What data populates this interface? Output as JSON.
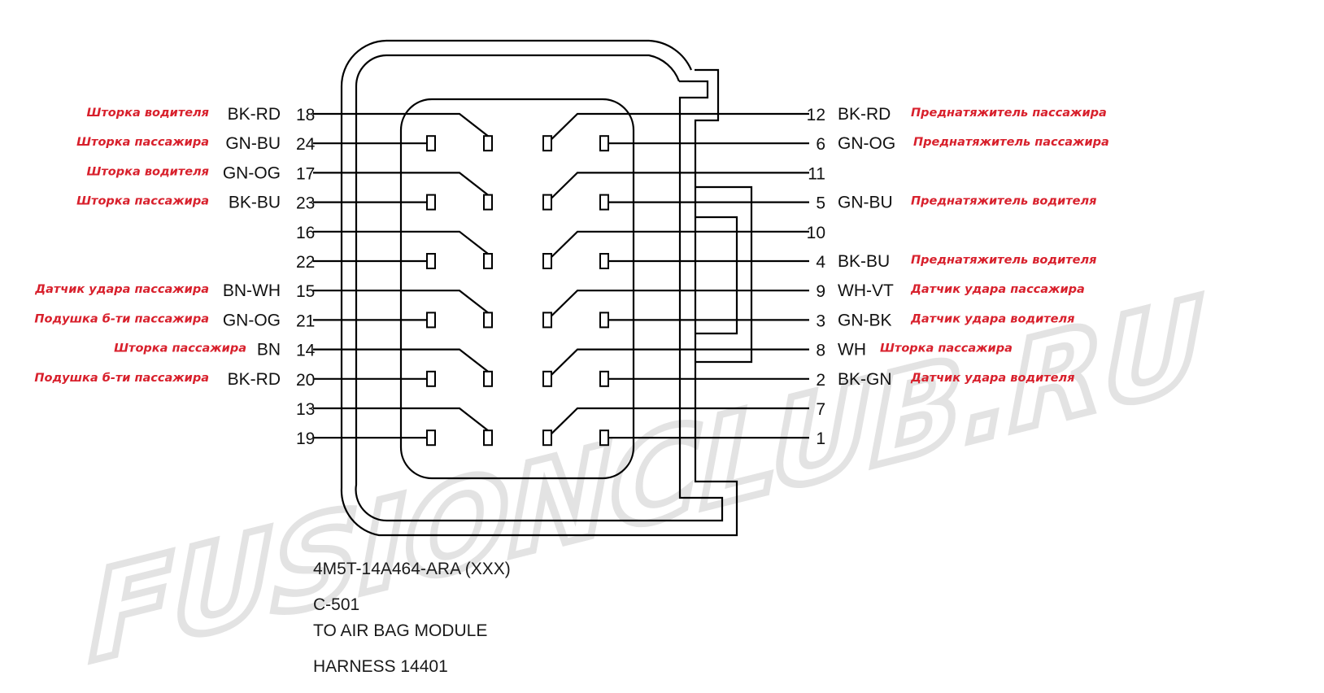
{
  "watermark": "FUSIONCLUB.RU",
  "colors": {
    "label_red": "#d8202c",
    "line": "#000000"
  },
  "connector": {
    "part_number": "4M5T-14A464-ARA (XXX)",
    "connector_id": "C-501",
    "destination": "TO AIR BAG MODULE",
    "harness": "HARNESS 14401"
  },
  "left_pins": [
    {
      "pin": "18",
      "wire": "BK-RD",
      "desc": "Шторка водителя"
    },
    {
      "pin": "24",
      "wire": "GN-BU",
      "desc": "Шторка пассажира"
    },
    {
      "pin": "17",
      "wire": "GN-OG",
      "desc": "Шторка водителя"
    },
    {
      "pin": "23",
      "wire": "BK-BU",
      "desc": "Шторка пассажира"
    },
    {
      "pin": "16",
      "wire": "",
      "desc": ""
    },
    {
      "pin": "22",
      "wire": "",
      "desc": ""
    },
    {
      "pin": "15",
      "wire": "BN-WH",
      "desc": "Датчик удара пассажира"
    },
    {
      "pin": "21",
      "wire": "GN-OG",
      "desc": "Подушка б-ти пассажира"
    },
    {
      "pin": "14",
      "wire": "BN",
      "desc": "Шторка пассажира"
    },
    {
      "pin": "20",
      "wire": "BK-RD",
      "desc": "Подушка б-ти пассажира"
    },
    {
      "pin": "13",
      "wire": "",
      "desc": ""
    },
    {
      "pin": "19",
      "wire": "",
      "desc": ""
    }
  ],
  "right_pins": [
    {
      "pin": "12",
      "wire": "BK-RD",
      "desc": "Преднатяжитель пассажира"
    },
    {
      "pin": "6",
      "wire": "GN-OG",
      "desc": "Преднатяжитель пассажира"
    },
    {
      "pin": "11",
      "wire": "",
      "desc": ""
    },
    {
      "pin": "5",
      "wire": "GN-BU",
      "desc": "Преднатяжитель водителя"
    },
    {
      "pin": "10",
      "wire": "",
      "desc": ""
    },
    {
      "pin": "4",
      "wire": "BK-BU",
      "desc": "Преднатяжитель водителя"
    },
    {
      "pin": "9",
      "wire": "WH-VT",
      "desc": "Датчик удара пассажира"
    },
    {
      "pin": "3",
      "wire": "GN-BK",
      "desc": "Датчик удара водителя"
    },
    {
      "pin": "8",
      "wire": "WH",
      "desc": "Шторка пассажира"
    },
    {
      "pin": "2",
      "wire": "BK-GN",
      "desc": "Датчик удара водителя"
    },
    {
      "pin": "7",
      "wire": "",
      "desc": ""
    },
    {
      "pin": "1",
      "wire": "",
      "desc": ""
    }
  ]
}
